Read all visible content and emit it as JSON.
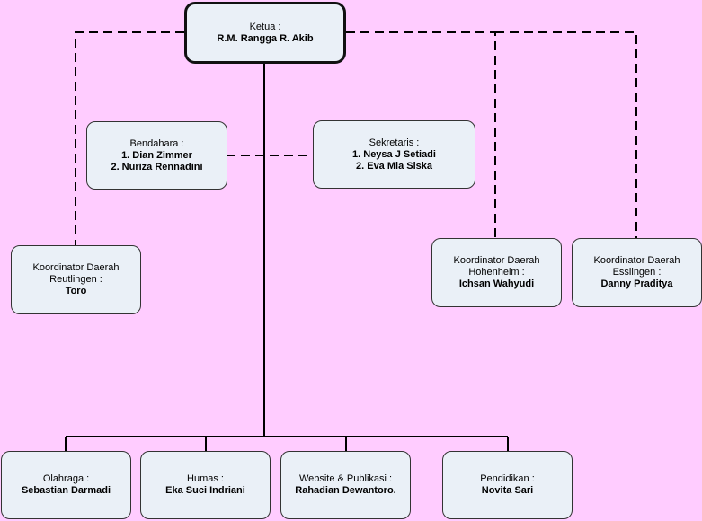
{
  "ketua": {
    "role": "Ketua :",
    "name": "R.M. Rangga R. Akib"
  },
  "bendahara": {
    "role": "Bendahara :",
    "names": [
      "1. Dian Zimmer",
      "2. Nuriza Rennadini"
    ]
  },
  "sekretaris": {
    "role": "Sekretaris :",
    "names": [
      "1. Neysa J Setiadi",
      "2. Eva Mia Siska"
    ]
  },
  "koordinator": [
    {
      "role1": "Koordinator Daerah",
      "role2": "Reutlingen :",
      "name": "Toro"
    },
    {
      "role1": "Koordinator Daerah",
      "role2": "Hohenheim :",
      "name": "Ichsan Wahyudi"
    },
    {
      "role1": "Koordinator Daerah",
      "role2": "Esslingen :",
      "name": "Danny Praditya"
    }
  ],
  "divisi": [
    {
      "role": "Olahraga :",
      "name": "Sebastian Darmadi"
    },
    {
      "role": "Humas :",
      "name": "Eka Suci Indriani"
    },
    {
      "role": "Website & Publikasi :",
      "name": "Rahadian Dewantoro."
    },
    {
      "role": "Pendidikan :",
      "name": "Novita Sari"
    }
  ]
}
